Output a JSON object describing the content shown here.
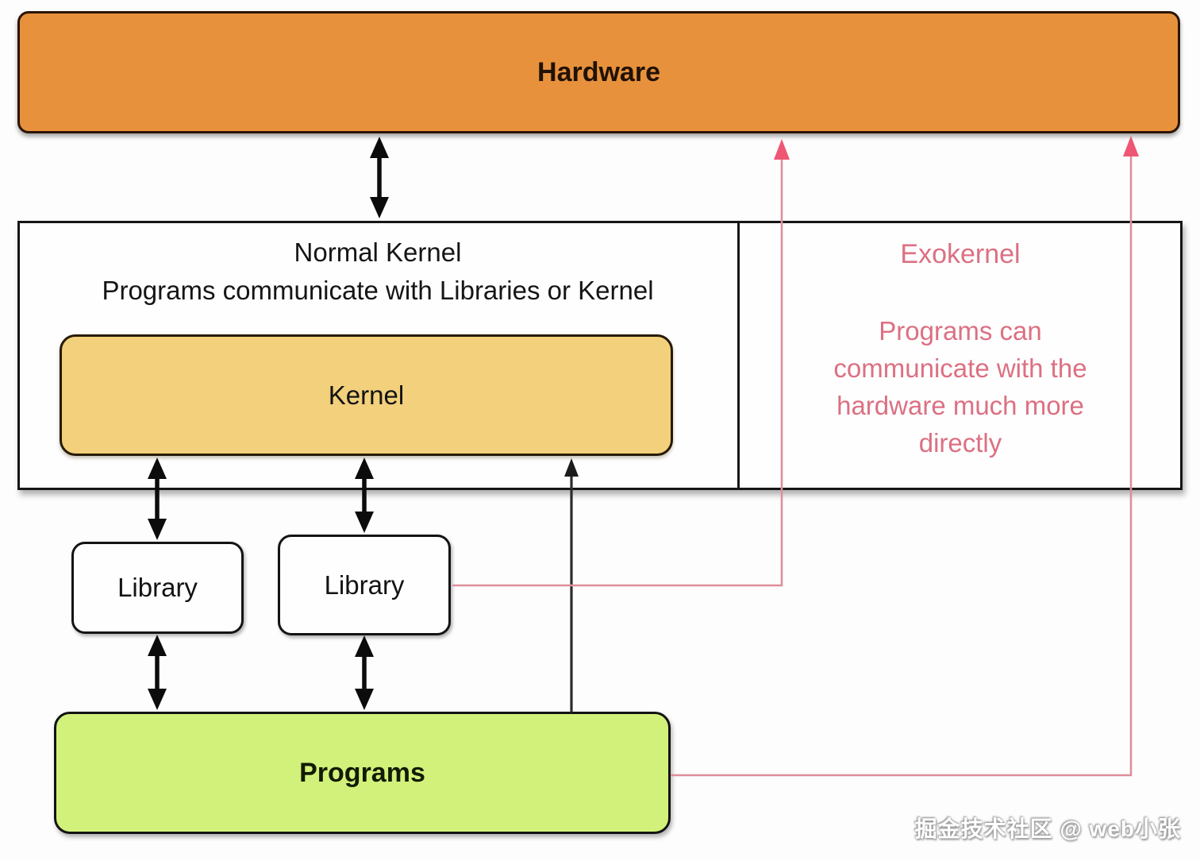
{
  "hardware": {
    "label": "Hardware"
  },
  "normal_kernel": {
    "title": "Normal Kernel",
    "subtitle": "Programs communicate with Libraries or Kernel",
    "kernel_label": "Kernel"
  },
  "libraries": {
    "left_label": "Library",
    "right_label": "Library"
  },
  "programs": {
    "label": "Programs"
  },
  "exokernel": {
    "title": "Exokernel",
    "description_lines": [
      "Programs can",
      "communicate with the",
      "hardware much more",
      "directly"
    ]
  },
  "watermark": "掘金技术社区 @ web小张",
  "colors": {
    "hardware_fill": "#E8913D",
    "kernel_fill": "#F3D07C",
    "programs_fill": "#D2F17B",
    "exokernel_text": "#DC7082",
    "pink_line": "#DF8E9C",
    "pink_arrowhead": "#EF5673"
  }
}
